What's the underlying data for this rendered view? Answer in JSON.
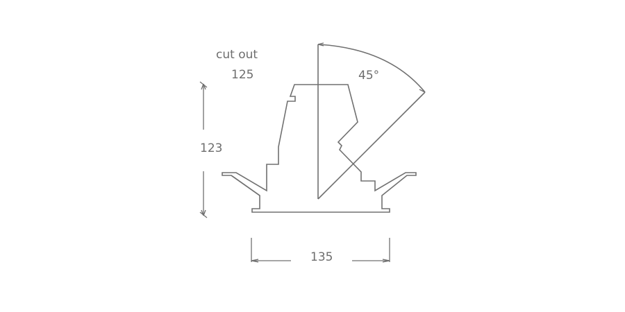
{
  "diagram": {
    "title": "Recessed downlight tilt / cut-out technical drawing",
    "labels": {
      "cutout_text": "cut out",
      "cutout_value": "125",
      "height_value": "123",
      "width_value": "135",
      "tilt_angle": "45°"
    },
    "colors": {
      "line": "#707070",
      "text": "#6d6d6d",
      "background": "#ffffff"
    }
  }
}
